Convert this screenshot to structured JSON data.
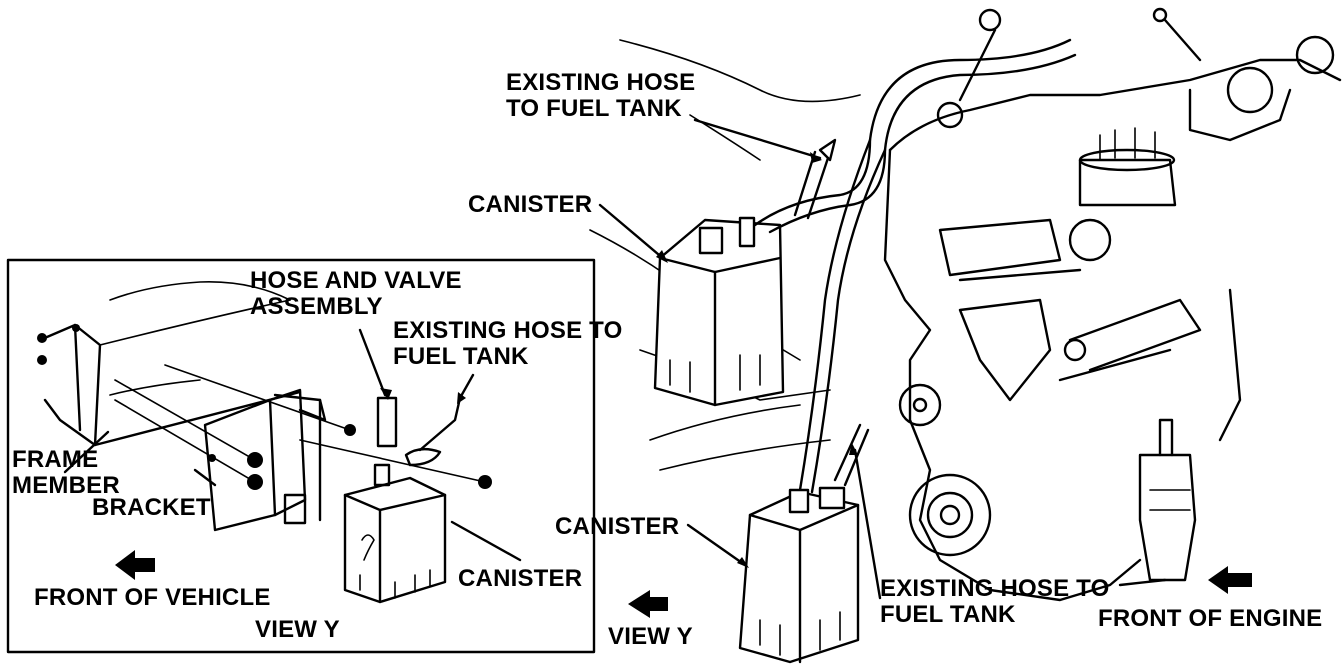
{
  "labels": {
    "existing_hose_top": "EXISTING HOSE\nTO FUEL TANK",
    "canister_top": "CANISTER",
    "canister_bottom": "CANISTER",
    "existing_hose_bottom": "EXISTING HOSE TO\nFUEL TANK",
    "front_of_engine": "FRONT OF ENGINE",
    "view_y_main": "VIEW Y",
    "inset": {
      "hose_valve": "HOSE AND VALVE\nASSEMBLY",
      "existing_hose": "EXISTING HOSE TO\nFUEL TANK",
      "frame_member": "FRAME\nMEMBER",
      "bracket": "BRACKET",
      "canister": "CANISTER",
      "front_of_vehicle": "FRONT OF VEHICLE",
      "view_y": "VIEW Y"
    }
  }
}
